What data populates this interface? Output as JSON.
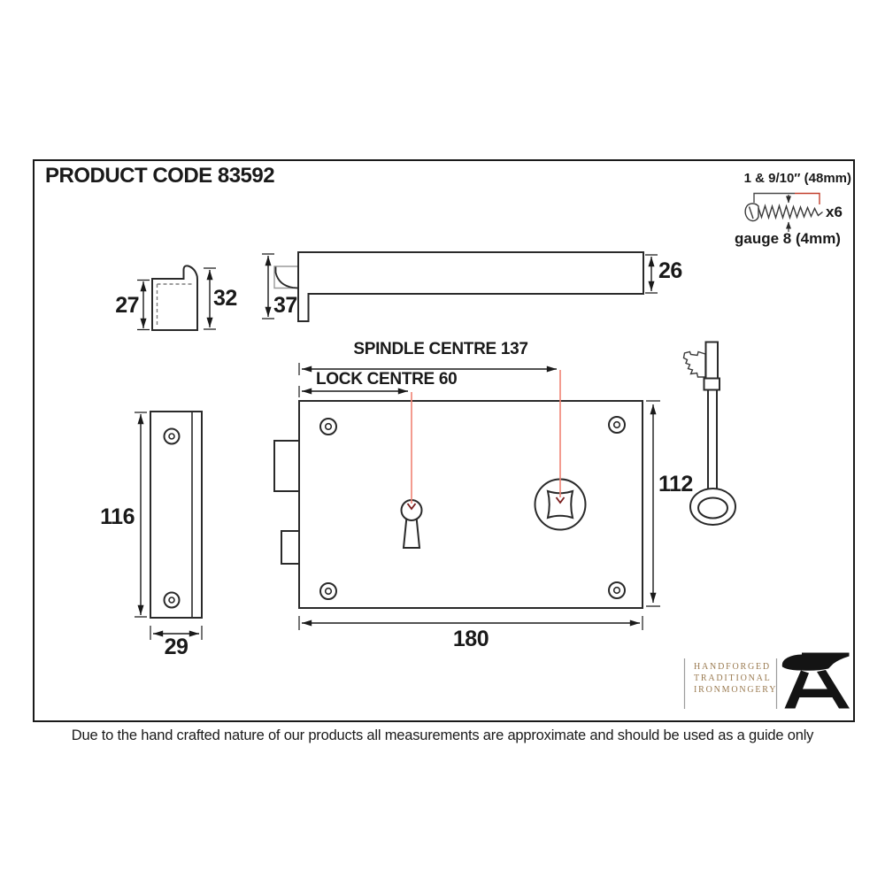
{
  "title": "PRODUCT CODE 83592",
  "screws": {
    "size": "1 & 9/10″ (48mm)",
    "qty": "x6",
    "gauge": "gauge 8 (4mm)"
  },
  "keeper": {
    "inner_height": "27",
    "outer_height": "32"
  },
  "latch": {
    "face_height": "37",
    "bar_height": "26"
  },
  "keep_plate": {
    "height": "116",
    "width": "29"
  },
  "lock_body": {
    "spindle_centre": "SPINDLE CENTRE 137",
    "lock_centre": "LOCK CENTRE 60",
    "height": "112",
    "width": "180"
  },
  "brand": {
    "line1": "HANDFORGED",
    "line2": "TRADITIONAL",
    "line3": "IRONMONGERY"
  },
  "disclaimer": "Due to the hand crafted nature of our products all measurements are approximate and should be used as a guide only",
  "colors": {
    "ink": "#1a1a1a",
    "centerline": "#f08273",
    "accent_red": "#c2402e",
    "brand": "#9a7a50"
  }
}
